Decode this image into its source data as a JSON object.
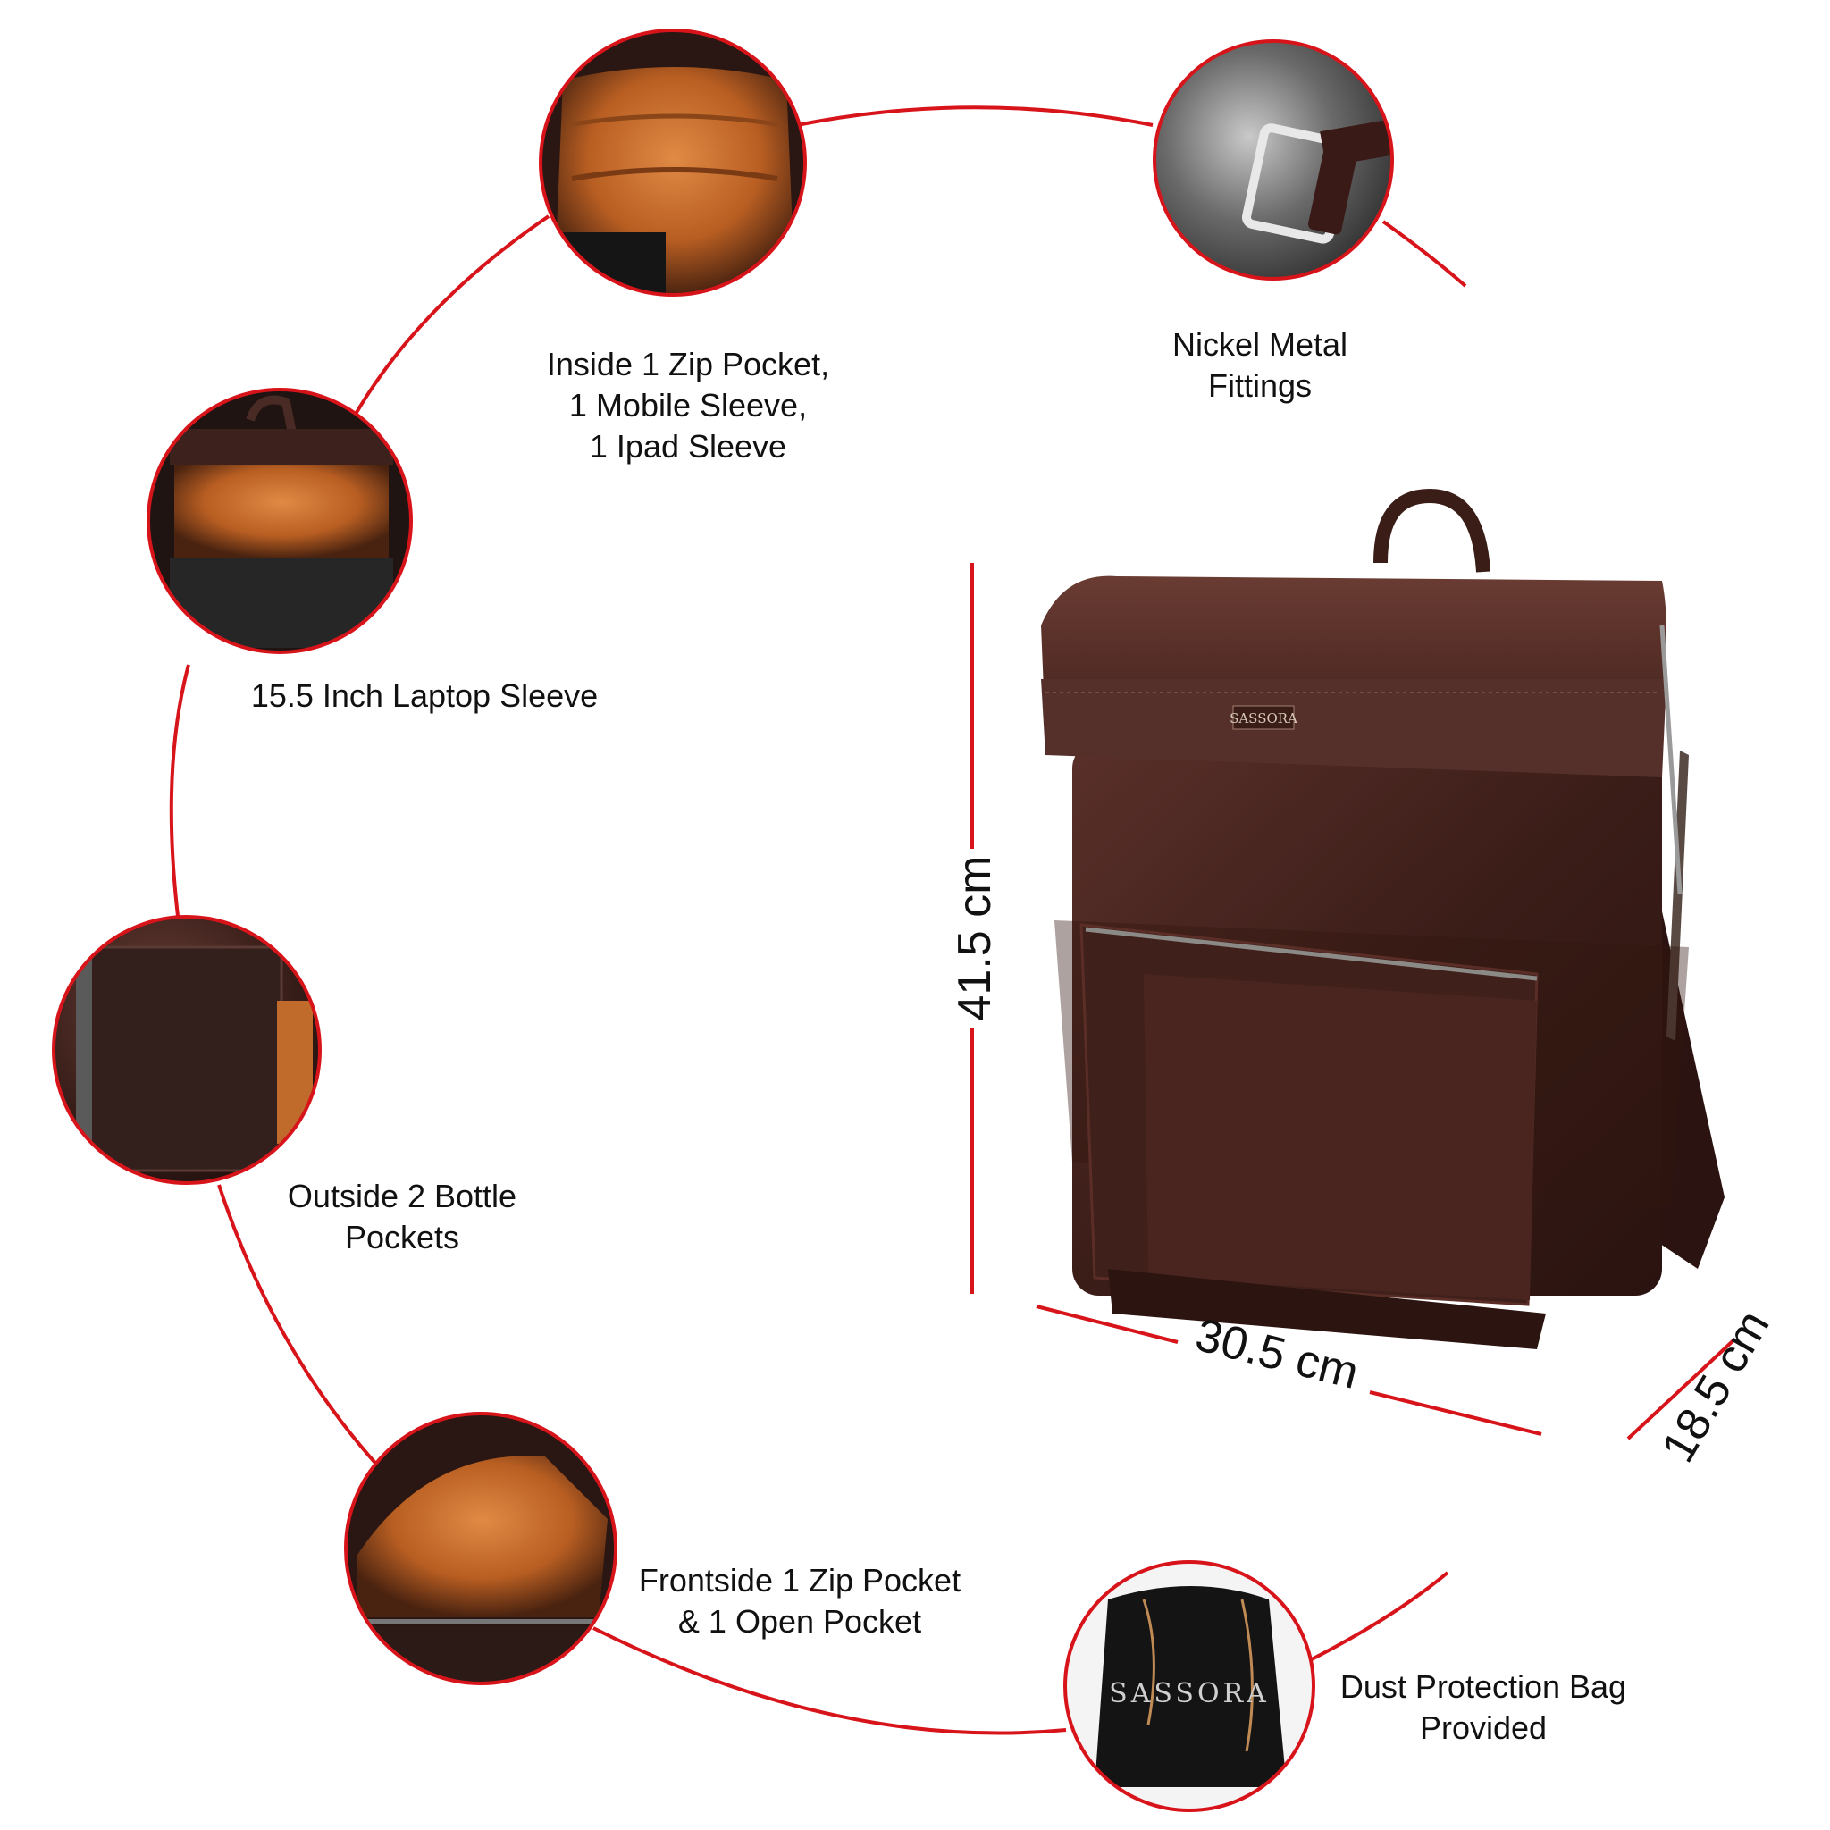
{
  "accent_color": "#d8141b",
  "features": [
    {
      "icon": "laptop-compartment-photo-icon",
      "lines": [
        "Inside 1 Zip Pocket,",
        "1 Mobile Sleeve,",
        "1 Ipad Sleeve"
      ]
    },
    {
      "icon": "metal-ring-photo-icon",
      "lines": [
        "Nickel Metal",
        "Fittings"
      ]
    },
    {
      "icon": "laptop-sleeve-photo-icon",
      "lines": [
        "15.5 Inch Laptop Sleeve"
      ]
    },
    {
      "icon": "bottle-pocket-photo-icon",
      "lines": [
        "Outside 2 Bottle",
        "Pockets"
      ]
    },
    {
      "icon": "front-pocket-photo-icon",
      "lines": [
        "Frontside 1 Zip Pocket",
        "& 1 Open Pocket"
      ]
    },
    {
      "icon": "dust-bag-photo-icon",
      "lines": [
        "Dust Protection Bag",
        "Provided"
      ]
    }
  ],
  "dimensions": {
    "height": "41.5 cm",
    "width": "30.5 cm",
    "depth": "18.5 cm"
  },
  "brand": {
    "bag_logo": "SASSORA",
    "dustbag_logo": "SASSORA"
  }
}
